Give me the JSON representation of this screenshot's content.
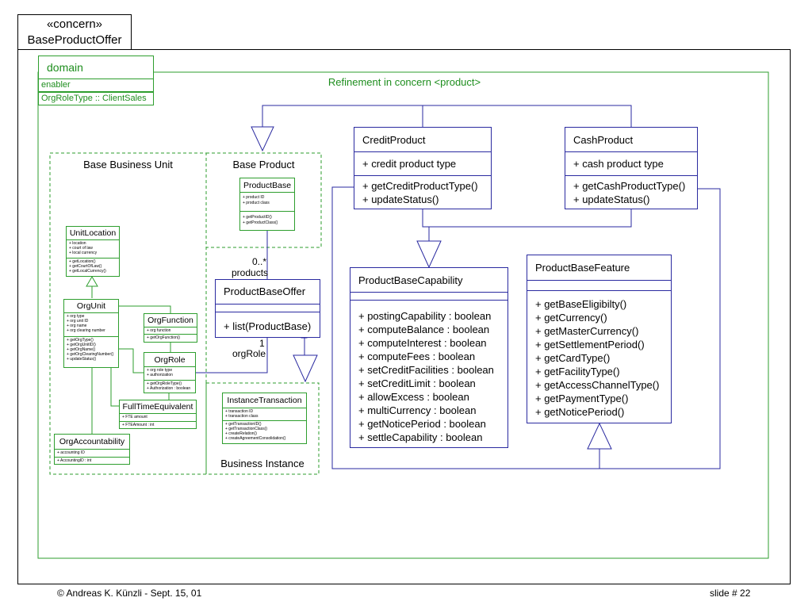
{
  "slide": {
    "title_stereotype": "«concern»",
    "title_name": "BaseProductOffer",
    "footer_left": "© Andreas K. Künzli - Sept. 15, 01",
    "footer_right": "slide # 22"
  },
  "domain": {
    "name": "domain",
    "enabler": "enabler",
    "role": "OrgRoleType :: ClientSales",
    "refinement": "Refinement in concern <product>"
  },
  "regions": {
    "business_unit": "Base Business Unit",
    "base_product": "Base Product",
    "business_instance": "Business Instance"
  },
  "classes": {
    "credit_product": {
      "name": "CreditProduct",
      "attributes": [
        "+ credit product type"
      ],
      "operations": [
        "+ getCreditProductType()",
        "+ updateStatus()"
      ]
    },
    "cash_product": {
      "name": "CashProduct",
      "attributes": [
        "+  cash product type"
      ],
      "operations": [
        "+ getCashProductType()",
        "+ updateStatus()"
      ]
    },
    "product_base_capability": {
      "name": "ProductBaseCapability",
      "operations": [
        "+ postingCapability : boolean",
        "+ computeBalance : boolean",
        "+ computeInterest : boolean",
        "+ computeFees : boolean",
        "+ setCreditFacilities : boolean",
        "+ setCreditLimit : boolean",
        "+ allowExcess : boolean",
        "+ multiCurrency : boolean",
        "+ getNoticePeriod : boolean",
        "+ settleCapability : boolean"
      ]
    },
    "product_base_feature": {
      "name": "ProductBaseFeature",
      "operations": [
        "+ getBaseEligibilty()",
        "+ getCurrency()",
        "+ getMasterCurrency()",
        "+ getSettlementPeriod()",
        "+ getCardType()",
        "+ getFacilityType()",
        "+ getAccessChannelType()",
        "+ getPaymentType()",
        "+ getNoticePeriod()"
      ]
    },
    "product_base_offer": {
      "name": "ProductBaseOffer",
      "operations": [
        "+ list(ProductBase)"
      ]
    },
    "product_base": {
      "name": "ProductBase",
      "attributes": [
        "+ product ID",
        "+ product class"
      ],
      "operations": [
        "+ getProductID()",
        "+ getProductClass()"
      ]
    },
    "unit_location": {
      "name": "UnitLocation",
      "attributes": [
        "+ location",
        "+ court of law",
        "+ local currency"
      ],
      "operations": [
        "+ getLocation()",
        "+ getCourtOfLaw()",
        "+ getLocalCurrency()"
      ]
    },
    "org_unit": {
      "name": "OrgUnit",
      "attributes": [
        "+ org type",
        "+ org unit ID",
        "+ org name",
        "+ org clearing number"
      ],
      "operations": [
        "+ getOrgType()",
        "+ getOrgUnitID()",
        "+ getOrgName()",
        "+ getOrgClearingNumber()",
        "+ updateStatus()"
      ]
    },
    "org_function": {
      "name": "OrgFunction",
      "attributes": [
        "+ org function"
      ],
      "operations": [
        "+ getOrgFunction()"
      ]
    },
    "org_role": {
      "name": "OrgRole",
      "attributes": [
        "+ org role type",
        "+ authorization"
      ],
      "operations": [
        "+ getOrgRoleType()",
        "+ Authorization : boolean"
      ]
    },
    "full_time_equivalent": {
      "name": "FullTimeEquivalent",
      "attributes": [
        "+ FTE amount"
      ],
      "operations": [
        "+ FTEAmount : int"
      ]
    },
    "org_accountability": {
      "name": "OrgAccountability",
      "attributes": [
        "+ accounting ID"
      ],
      "operations": [
        "+ AccountingID : int"
      ]
    },
    "instance_transaction": {
      "name": "InstanceTransaction",
      "attributes": [
        "+ transaction ID",
        "+ transaction class"
      ],
      "operations": [
        "+ getTransactionID()",
        "+ getTransactionClass()",
        "+ createRelation()",
        "+ createAgreementConsolidation()"
      ]
    }
  },
  "associations": {
    "products_multiplicity": "0..*",
    "products_role": "products",
    "orgrole_multiplicity": "1",
    "orgrole_role": "orgRole"
  },
  "colors": {
    "domain_green": "#2e9e2e",
    "class_blue": "#2a2aa0"
  }
}
